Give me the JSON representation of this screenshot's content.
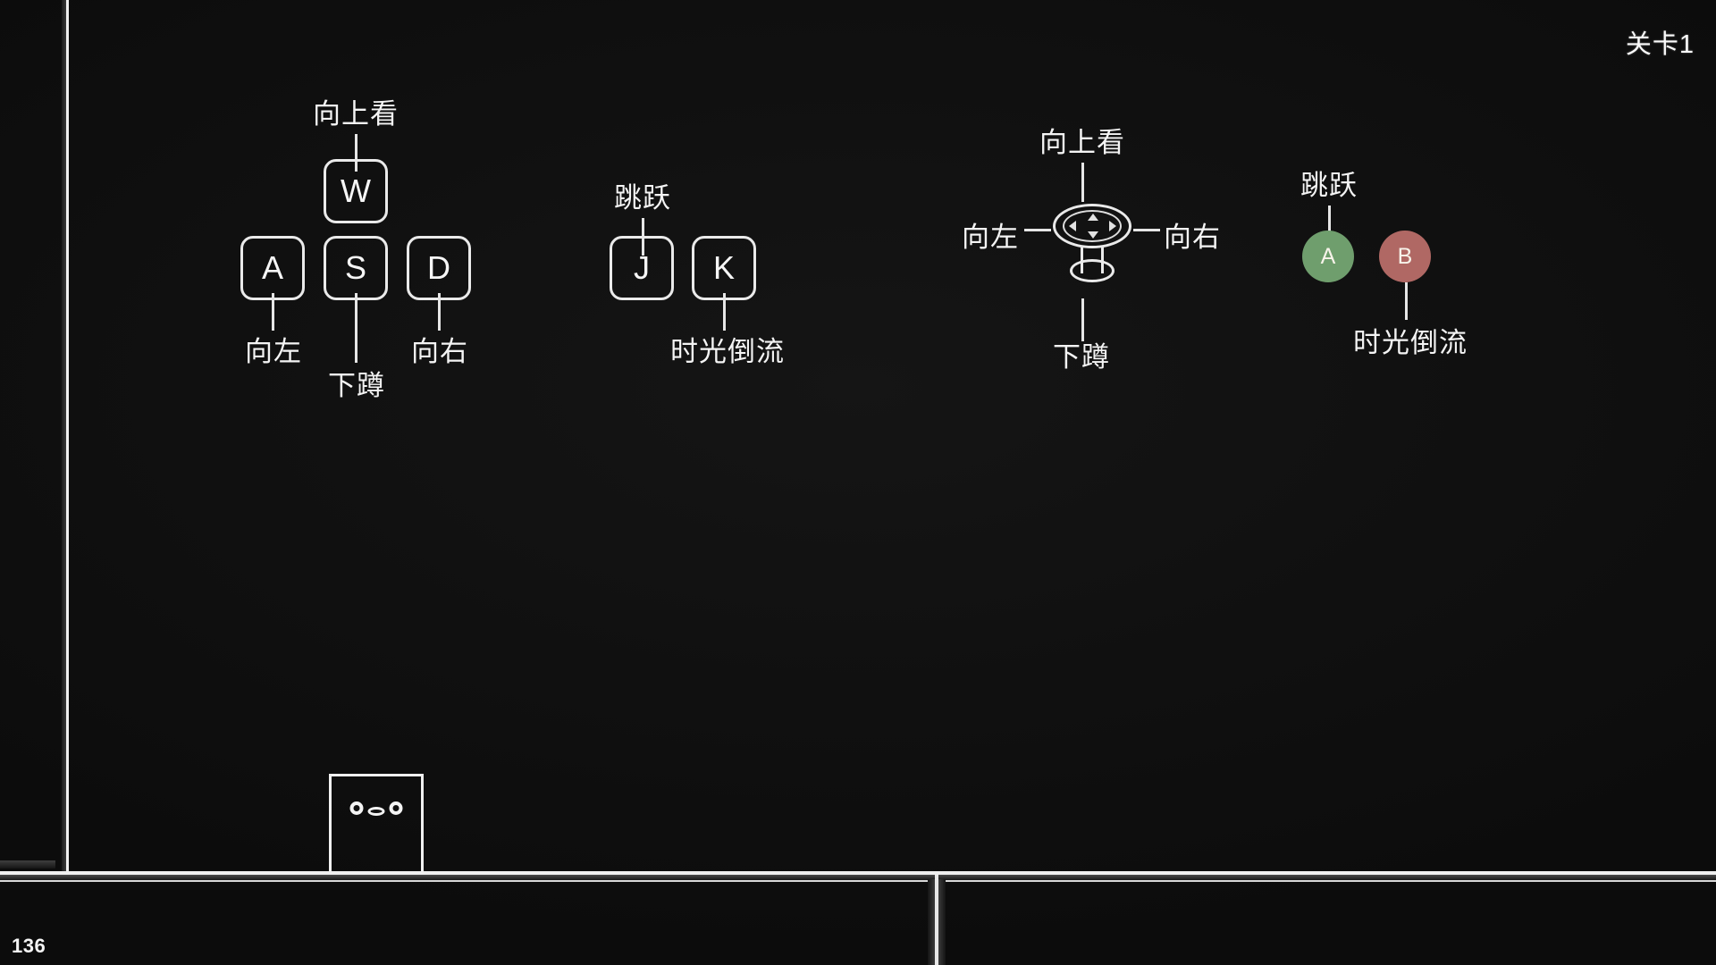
{
  "hud": {
    "level_label": "关卡1",
    "counter": "136"
  },
  "player": {
    "name": "player-square",
    "face_icon": "face-two-eyes-mouth"
  },
  "keyboard_hints": {
    "wasd": {
      "keys": [
        {
          "cap": "W",
          "action": "向上看"
        },
        {
          "cap": "A",
          "action": "向左"
        },
        {
          "cap": "S",
          "action": "下蹲"
        },
        {
          "cap": "D",
          "action": "向右"
        }
      ]
    },
    "action_keys": {
      "keys": [
        {
          "cap": "J",
          "action": "跳跃"
        },
        {
          "cap": "K",
          "action": "时光倒流"
        }
      ]
    }
  },
  "gamepad_hints": {
    "stick": {
      "icon": "joystick-icon",
      "up": "向上看",
      "left": "向左",
      "right": "向右",
      "down": "下蹲"
    },
    "buttons": [
      {
        "cap": "A",
        "action": "跳跃",
        "color": "#6f9e6d"
      },
      {
        "cap": "B",
        "action": "时光倒流",
        "color": "#b06864"
      }
    ]
  },
  "colors": {
    "background": "#111111",
    "line": "#efefef",
    "text": "#f4f4f4",
    "button_a": "#6f9e6d",
    "button_b": "#b06864"
  }
}
